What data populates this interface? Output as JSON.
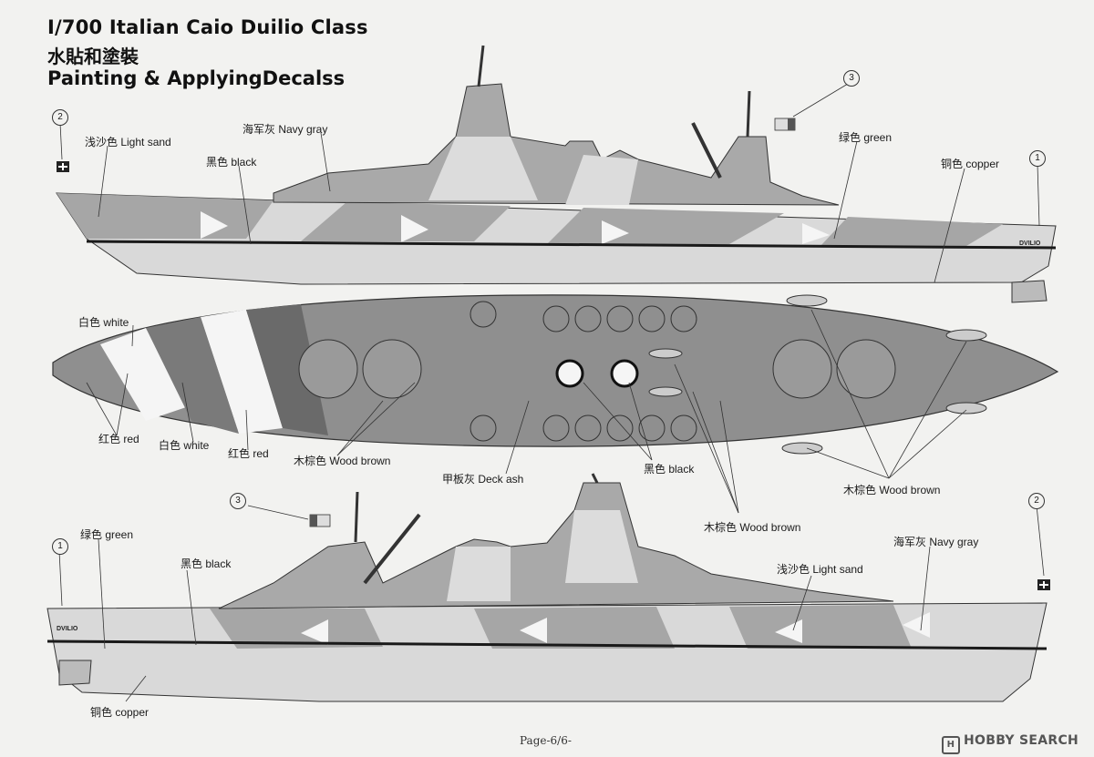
{
  "header": {
    "title_line1": "I/700 Italian Caio Duilio Class",
    "title_line2": "水貼和塗裝",
    "title_line3": "Painting & ApplyingDecalss"
  },
  "labels": {
    "light_sand_top": "浅沙色 Light sand",
    "navy_gray_top": "海军灰 Navy gray",
    "black_top": "黑色 black",
    "green_top": "绿色 green",
    "copper_top": "铜色 copper",
    "white_left": "白色 white",
    "red_left": "红色 red",
    "white_mid": "白色 white",
    "red_mid": "红色 red",
    "wood_brown_mid": "木棕色 Wood brown",
    "deck_ash": "甲板灰 Deck ash",
    "black_mid": "黑色 black",
    "wood_brown_right": "木棕色 Wood brown",
    "wood_brown_bottom": "木棕色 Wood brown",
    "green_bottom": "绿色 green",
    "black_bottom": "黑色 black",
    "light_sand_bottom": "浅沙色 Light sand",
    "navy_gray_bottom": "海军灰 Navy gray",
    "copper_bottom": "铜色 copper"
  },
  "callouts": {
    "c1_top": "1",
    "c2_top": "2",
    "c3_top": "3",
    "c1_bottom": "1",
    "c2_bottom": "2",
    "c3_bottom": "3"
  },
  "name_plate": "DVILIO",
  "footer": {
    "page": "Page-6/6-",
    "watermark": "HOBBY SEARCH",
    "watermark_icon": "H"
  },
  "colors": {
    "background": "#f2f2f0",
    "hull_light": "#d9d9d9",
    "camo_gray": "#a6a6a6",
    "deck_gray": "#8f8f8f",
    "black_band": "#1a1a1a",
    "white": "#f7f7f7",
    "outline": "#333333"
  }
}
